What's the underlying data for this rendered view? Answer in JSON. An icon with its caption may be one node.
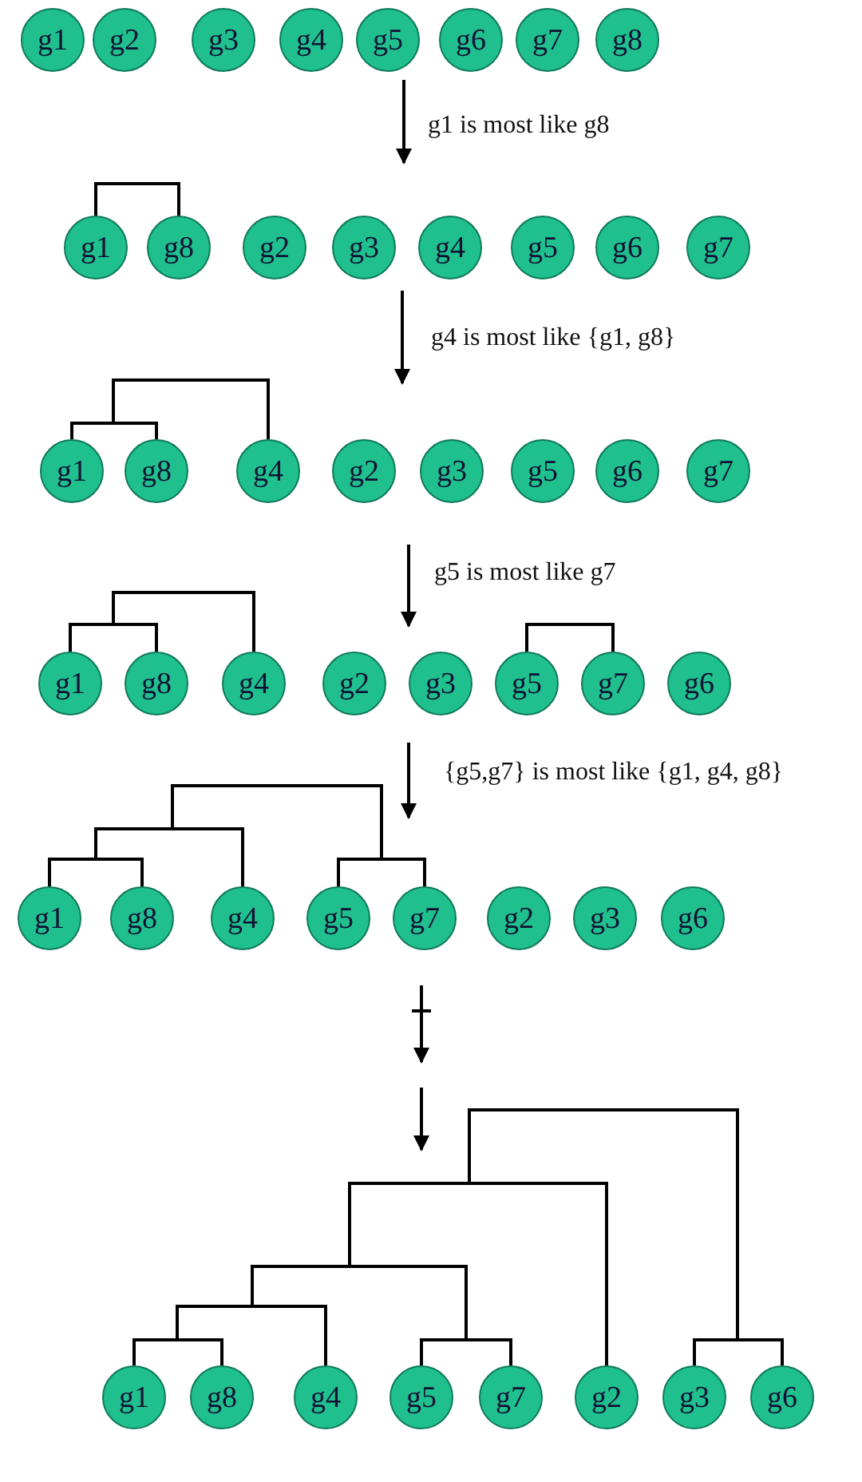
{
  "diagram": {
    "nodes": [
      {
        "text": [
          "g1"
        ]
      },
      {
        "text": [
          "g2"
        ]
      },
      {
        "text": [
          "g3"
        ]
      },
      {
        "text": [
          "g4"
        ]
      },
      {
        "text": [
          "g5"
        ]
      },
      {
        "text": [
          "g6"
        ]
      },
      {
        "text": [
          "g7"
        ]
      },
      {
        "text": [
          "g8"
        ]
      },
      {
        "text": [
          "g1"
        ]
      },
      {
        "text": [
          "g8"
        ]
      },
      {
        "text": [
          "g2"
        ]
      },
      {
        "text": [
          "g3"
        ]
      },
      {
        "text": [
          "g4"
        ]
      },
      {
        "text": [
          "g5"
        ]
      },
      {
        "text": [
          "g6"
        ]
      },
      {
        "text": [
          "g7"
        ]
      },
      {
        "text": [
          "g1"
        ]
      },
      {
        "text": [
          "g8"
        ]
      },
      {
        "text": [
          "g4"
        ]
      },
      {
        "text": [
          "g2"
        ]
      },
      {
        "text": [
          "g3"
        ]
      },
      {
        "text": [
          "g5"
        ]
      },
      {
        "text": [
          "g6"
        ]
      },
      {
        "text": [
          "g7"
        ]
      },
      {
        "text": [
          "g1"
        ]
      },
      {
        "text": [
          "g8"
        ]
      },
      {
        "text": [
          "g4"
        ]
      },
      {
        "text": [
          "g2"
        ]
      },
      {
        "text": [
          "g3"
        ]
      },
      {
        "text": [
          "g5"
        ]
      },
      {
        "text": [
          "g7"
        ]
      },
      {
        "text": [
          "g6"
        ]
      },
      {
        "text": [
          "g1"
        ]
      },
      {
        "text": [
          "g8"
        ]
      },
      {
        "text": [
          "g4"
        ]
      },
      {
        "text": [
          "g5"
        ]
      },
      {
        "text": [
          "g7"
        ]
      },
      {
        "text": [
          "g2"
        ]
      },
      {
        "text": [
          "g3"
        ]
      },
      {
        "text": [
          "g6"
        ]
      },
      {
        "text": [
          "g1"
        ]
      },
      {
        "text": [
          "g8"
        ]
      },
      {
        "text": [
          "g4"
        ]
      },
      {
        "text": [
          "g5"
        ]
      },
      {
        "text": [
          "g7"
        ]
      },
      {
        "text": [
          "g2"
        ]
      },
      {
        "text": [
          "g3"
        ]
      },
      {
        "text": [
          "g6"
        ]
      }
    ],
    "labels": [
      "g1 is most like g8",
      "g4 is most like {g1, g8}",
      "g5 is most like g7",
      "{g5,g7} is most like {g1, g4, g8}"
    ]
  }
}
